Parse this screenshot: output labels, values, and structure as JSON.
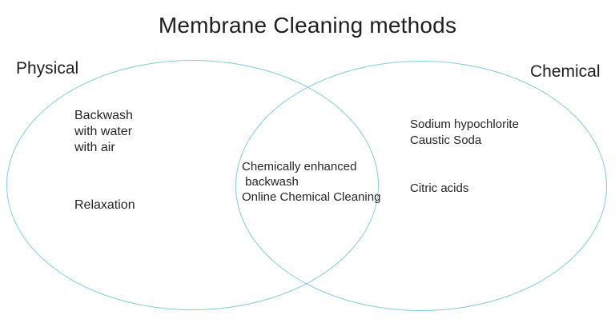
{
  "title": "Membrane Cleaning methods",
  "colors": {
    "ellipse_stroke": "#7fccdf",
    "text": "#1f1f1f"
  },
  "venn": {
    "left": {
      "label": "Physical",
      "items_top": [
        "Backwash",
        "with water",
        "with air"
      ],
      "items_bottom": [
        "Relaxation"
      ]
    },
    "overlap": {
      "items": [
        "Chemically enhanced",
        " backwash",
        "Online Chemical Cleaning"
      ]
    },
    "right": {
      "label": "Chemical",
      "items_top": [
        "Sodium hypochlorite",
        "Caustic Soda"
      ],
      "items_bottom": [
        "Citric acids"
      ]
    }
  }
}
